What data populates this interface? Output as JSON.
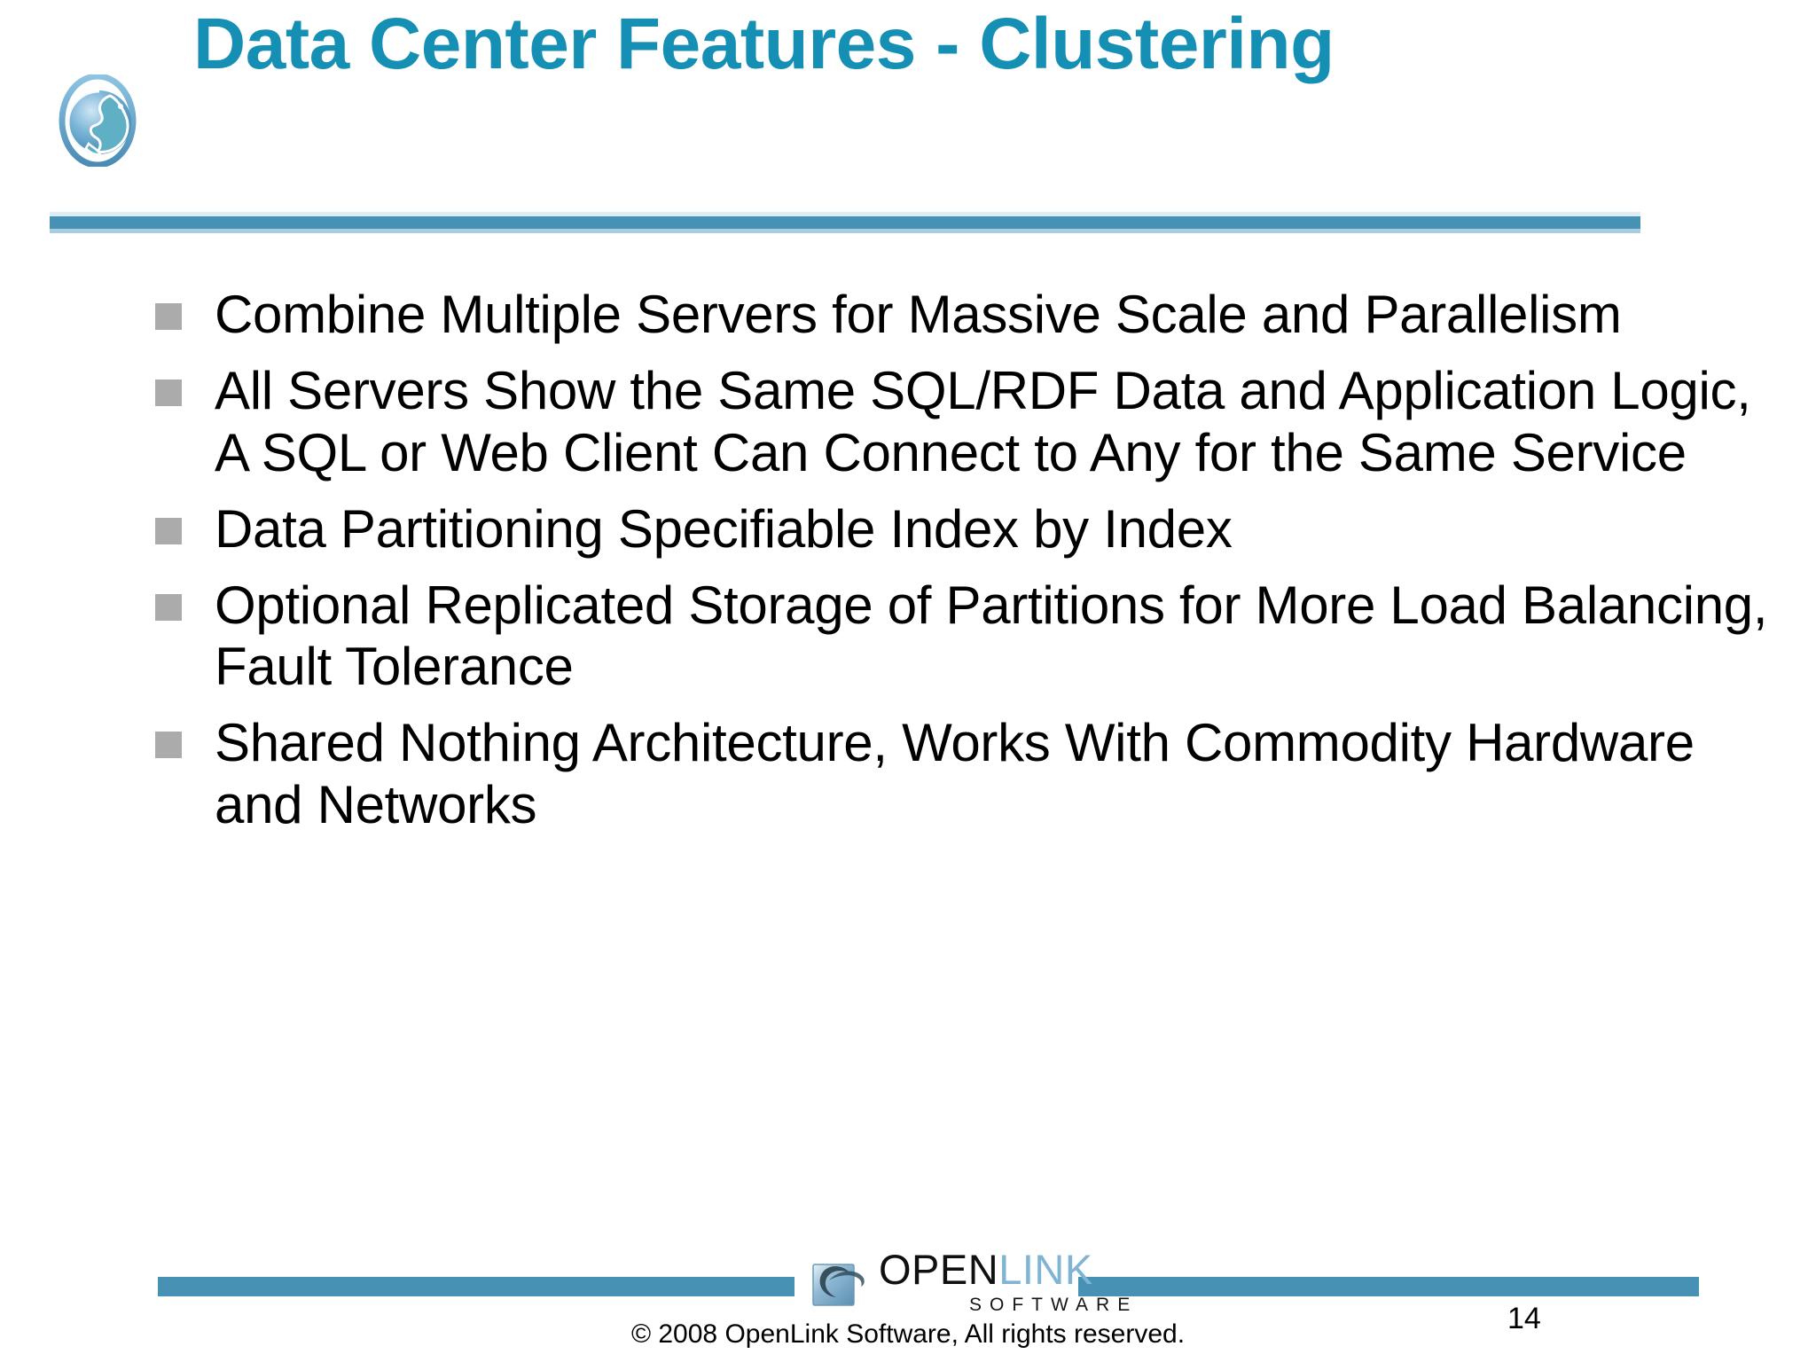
{
  "slide": {
    "title": "Data Center Features - Clustering",
    "title_color": "#1590b4",
    "bullet_marker_color": "#ababab",
    "divider_color": "#4691b4",
    "bullets": [
      "Combine Multiple Servers for Massive Scale and Parallelism",
      "All Servers Show the Same SQL/RDF Data and Application Logic, A SQL or Web Client Can Connect to Any for the Same Service",
      "Data Partitioning Specifiable Index by Index",
      "Optional Replicated Storage of Partitions for More Load Balancing, Fault Tolerance",
      "Shared Nothing Architecture, Works With Commodity Hardware and Networks"
    ]
  },
  "logo": {
    "globe_icon": "globe-icon"
  },
  "footer": {
    "brand": {
      "open": "OPEN",
      "link": "LINK",
      "software": "SOFTWARE",
      "mark_icon": "openlink-e-mark-icon",
      "link_color": "#7fb4d4"
    },
    "copyright": "© 2008 OpenLink Software, All rights reserved.",
    "page_number": "14",
    "bar_color": "#4691b4"
  }
}
